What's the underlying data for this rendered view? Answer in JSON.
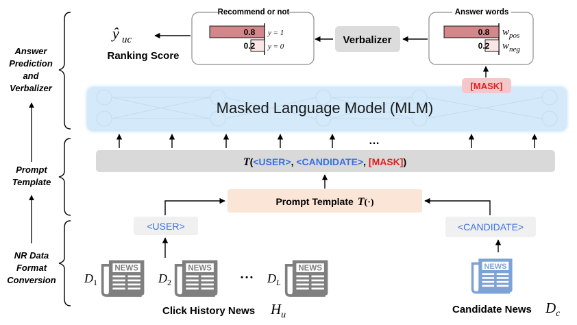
{
  "stages": [
    {
      "lines": [
        "Answer",
        "Prediction",
        "and",
        "Verbalizer"
      ]
    },
    {
      "lines": [
        "Prompt",
        "Template"
      ]
    },
    {
      "lines": [
        "NR Data",
        "Format",
        "Conversion"
      ]
    }
  ],
  "top": {
    "ranking": {
      "symbol": "ŷ",
      "subscript": "uc",
      "label": "Ranking Score"
    },
    "recommend": {
      "title": "Recommend or not",
      "bars": [
        {
          "value": 0.8,
          "value_label": "0.8",
          "tag": "y = 1"
        },
        {
          "value": 0.2,
          "value_label": "0.2",
          "tag": "y = 0"
        }
      ]
    },
    "verbalizer": {
      "label": "Verbalizer"
    },
    "answer": {
      "title": "Answer words",
      "bars": [
        {
          "value": 0.8,
          "value_label": "0.8",
          "tag_main": "w",
          "tag_sub": "pos"
        },
        {
          "value": 0.2,
          "value_label": "0.2",
          "tag_main": "w",
          "tag_sub": "neg"
        }
      ]
    }
  },
  "mlm": {
    "label": "Masked Language Model (MLM)",
    "mask": "[MASK]",
    "ellipsis": "…",
    "ellipsis_tokens": "• • •"
  },
  "template_row": {
    "prefix": "T",
    "open": "(",
    "user": "<USER>",
    "sep1": ", ",
    "candidate": "<CANDIDATE>",
    "sep2": ", ",
    "mask": "[MASK]",
    "close": ")"
  },
  "prompt_template": {
    "label": "Prompt Template",
    "func": "T",
    "arg": "(·)"
  },
  "user_tag": "<USER>",
  "candidate_tag": "<CANDIDATE>",
  "news": {
    "icon_word": "NEWS",
    "history": [
      {
        "main": "D",
        "sub": "1"
      },
      {
        "main": "D",
        "sub": "2"
      },
      {
        "main": "D",
        "sub": "L"
      }
    ],
    "dots": "• • •",
    "history_label": "Click History News",
    "history_symbol": {
      "main": "H",
      "sub": "u"
    },
    "candidate_label": "Candidate News",
    "candidate_symbol": {
      "main": "D",
      "sub": "c"
    }
  },
  "colors": {
    "blue_token": "#3b6fe0",
    "red_token": "#e01e1e",
    "bar_red": "#d4878a",
    "bar_pink": "#fbe6e6",
    "mlm_fill": "#d4eafa",
    "template_grey": "#d9d9d9",
    "prompt_peach": "#fbe5d6",
    "tag_grey": "#f0f0f0",
    "mask_pink": "#f4c7c9",
    "news_grey": "#7f7f7f",
    "news_blue": "#7da2d6"
  }
}
